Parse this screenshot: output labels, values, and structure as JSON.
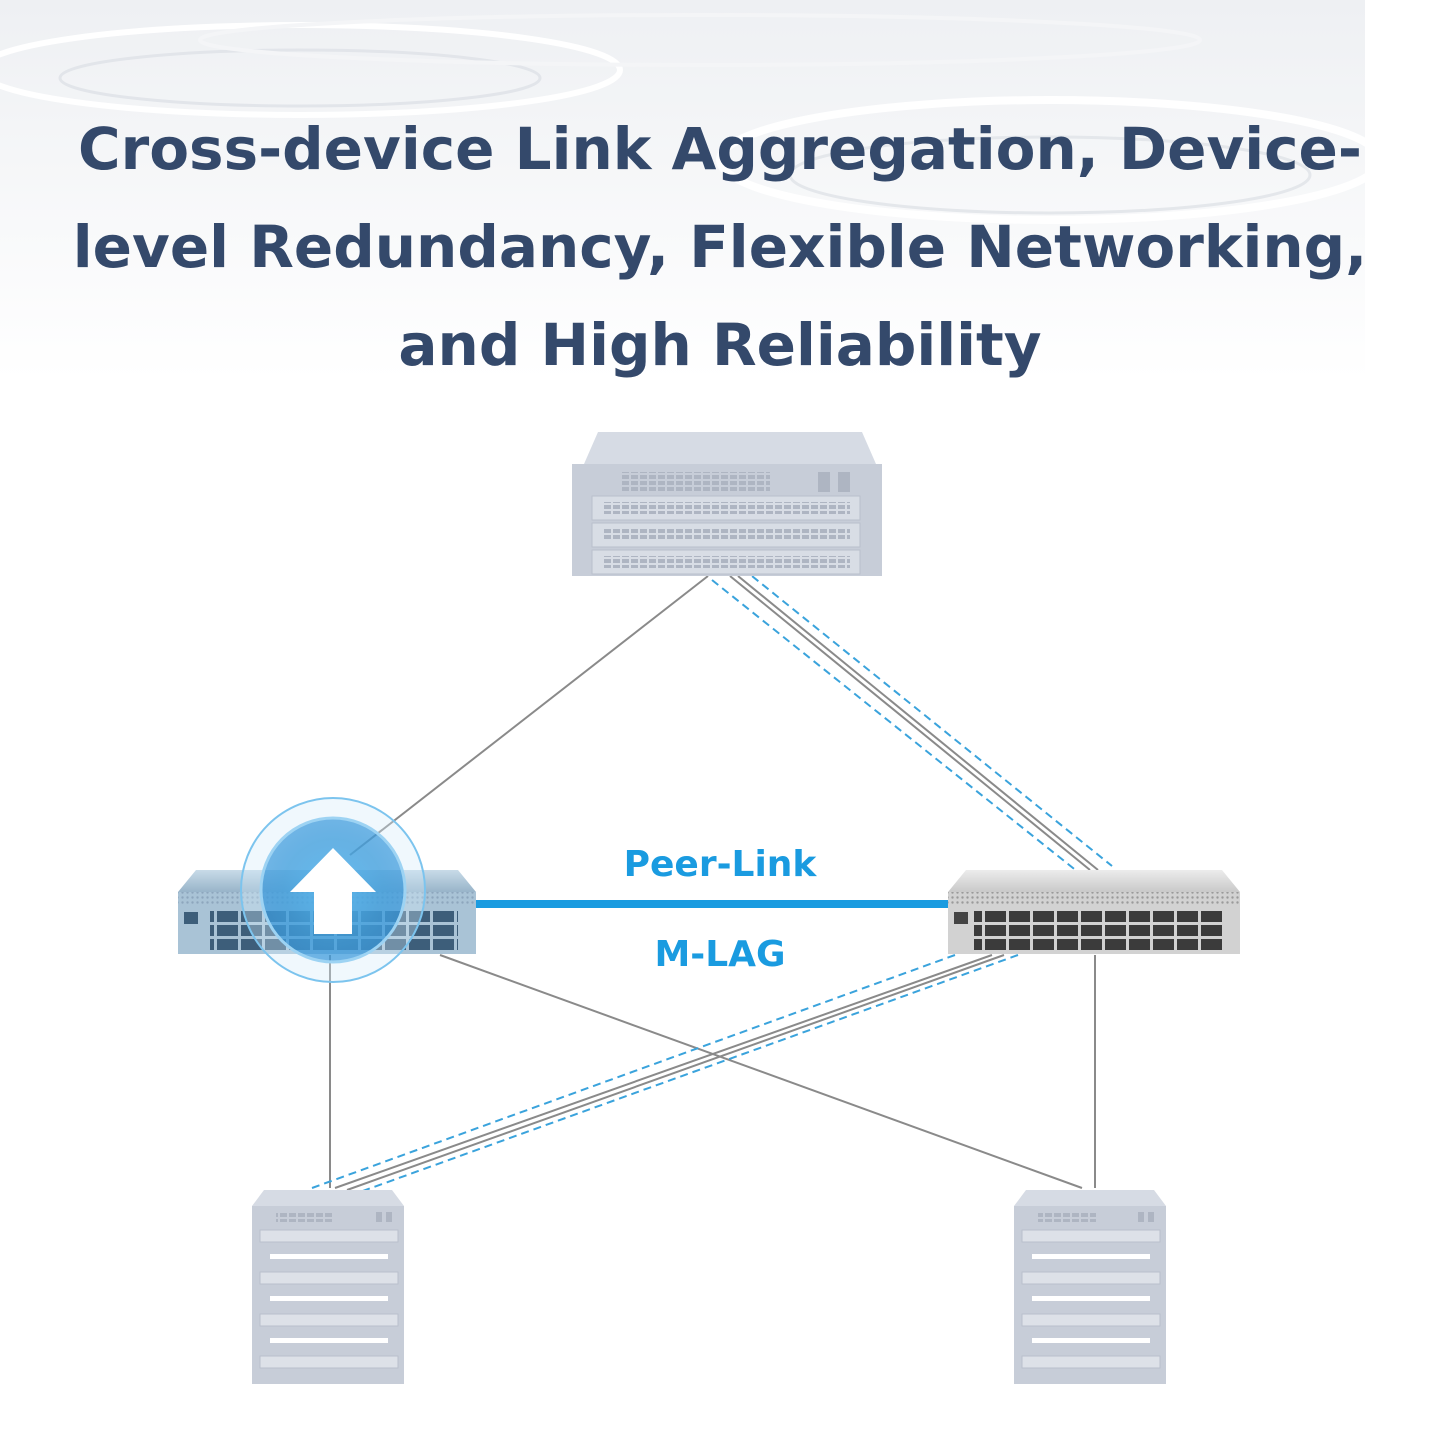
{
  "title": {
    "line1": "Cross-device Link Aggregation, Device-",
    "line2": "level Redundancy, Flexible Networking,",
    "line3": "and High Reliability"
  },
  "labels": {
    "peer_link": "Peer-Link",
    "mlag": "M-LAG"
  },
  "colors": {
    "title": "#34496b",
    "accent": "#1a9be0",
    "device_gray": "#c7cdd8",
    "link_gray": "#8a8a8a",
    "dashed_link": "#3aa3dc"
  }
}
